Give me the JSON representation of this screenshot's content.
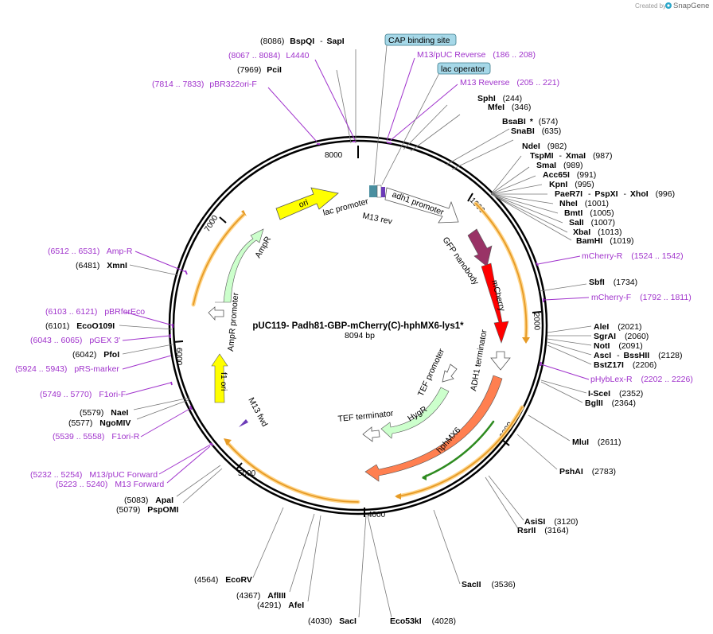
{
  "app": {
    "created_by": "Created by",
    "brand": "SnapGene"
  },
  "plasmid": {
    "name": "pUC119- Padh81-GBP-mCherry(C)-hphMX6-lys1*",
    "size": "8094 bp"
  },
  "ruler": [
    "1000",
    "2000",
    "3000",
    "4000",
    "5000",
    "6000",
    "7000",
    "8000"
  ],
  "features": {
    "ori": "ori",
    "lac_promoter": "lac promoter",
    "m13_rev": "M13 rev",
    "adh1_promoter": "adh1 promoter",
    "gfp_nanobody": "GFP nanobody",
    "mcherry": "mCherry",
    "adh1_terminator": "ADH1 terminator",
    "hphmx6": "hphMX6",
    "tef_promoter": "TEF promoter",
    "hygr": "HygR",
    "tef_terminator": "TEF terminator",
    "ampr": "AmpR",
    "ampr_promoter": "AmpR promoter",
    "f1_ori": "f1 ori",
    "m13_fwd": "M13 fwd"
  },
  "boxed_features": [
    "CAP binding site",
    "lac operator"
  ],
  "primers": {
    "m13puc_reverse": {
      "range": "(186 .. 208)",
      "name": "M13/pUC Reverse"
    },
    "m13_reverse": {
      "range": "(205 .. 221)",
      "name": "M13 Reverse"
    },
    "l4440": {
      "range": "(8067 .. 8084)",
      "name": "L4440"
    },
    "pbr322ori": {
      "range": "(7814 .. 7833)",
      "name": "pBR322ori-F"
    },
    "mcherry_r": {
      "range": "(1524 .. 1542)",
      "name": "mCherry-R"
    },
    "mcherry_f": {
      "range": "(1792 .. 1811)",
      "name": "mCherry-F"
    },
    "phyblex": {
      "range": "(2202 .. 2226)",
      "name": "pHybLex-R"
    },
    "ampr": {
      "range": "(6512 .. 6531)",
      "name": "Amp-R"
    },
    "pbrforeco": {
      "range": "(6103 .. 6121)",
      "name": "pBRforEco"
    },
    "pgex3": {
      "range": "(6043 .. 6065)",
      "name": "pGEX 3'"
    },
    "prs_marker": {
      "range": "(5924 .. 5943)",
      "name": "pRS-marker"
    },
    "f1ori_f": {
      "range": "(5749 .. 5770)",
      "name": "F1ori-F"
    },
    "f1ori_r": {
      "range": "(5539 .. 5558)",
      "name": "F1ori-R"
    },
    "m13puc_forward": {
      "range": "(5232 .. 5254)",
      "name": "M13/pUC Forward"
    },
    "m13_forward": {
      "range": "(5223 .. 5240)",
      "name": "M13 Forward"
    }
  },
  "sites": {
    "bspqi_sapi": {
      "pos": "(8086)",
      "name": "BspQI",
      "sep": "-",
      "name2": "SapI"
    },
    "pcii": {
      "pos": "(7969)",
      "name": "PciI"
    },
    "sphi": {
      "name": "SphI",
      "pos": "(244)"
    },
    "mfei": {
      "name": "MfeI",
      "pos": "(346)"
    },
    "bsabi": {
      "name": "BsaBI",
      "star": "*",
      "pos": "(574)"
    },
    "snabi": {
      "name": "SnaBI",
      "pos": "(635)"
    },
    "ndei": {
      "name": "NdeI",
      "pos": "(982)"
    },
    "tspmi": {
      "name": "TspMI",
      "sep": "-",
      "name2": "XmaI",
      "pos": "(987)"
    },
    "smai": {
      "name": "SmaI",
      "pos": "(989)"
    },
    "acc65i": {
      "name": "Acc65I",
      "pos": "(991)"
    },
    "kpni": {
      "name": "KpnI",
      "pos": "(995)"
    },
    "paer7i": {
      "name": "PaeR7I",
      "sep": "-",
      "name2": "PspXI",
      "sep2": "-",
      "name3": "XhoI",
      "pos": "(996)"
    },
    "nhei": {
      "name": "NheI",
      "pos": "(1001)"
    },
    "bmti": {
      "name": "BmtI",
      "pos": "(1005)"
    },
    "sali": {
      "name": "SalI",
      "pos": "(1007)"
    },
    "xbai": {
      "name": "XbaI",
      "pos": "(1013)"
    },
    "bamhi": {
      "name": "BamHI",
      "pos": "(1019)"
    },
    "sbfi": {
      "name": "SbfI",
      "pos": "(1734)"
    },
    "alei": {
      "name": "AleI",
      "pos": "(2021)"
    },
    "sgrai": {
      "name": "SgrAI",
      "pos": "(2060)"
    },
    "noti": {
      "name": "NotI",
      "pos": "(2091)"
    },
    "asci": {
      "name": "AscI",
      "sep": "-",
      "name2": "BssHII",
      "pos": "(2128)"
    },
    "bstz17i": {
      "name": "BstZ17I",
      "pos": "(2206)"
    },
    "iscei": {
      "name": "I-SceI",
      "pos": "(2352)"
    },
    "bglii": {
      "name": "BglII",
      "pos": "(2364)"
    },
    "mlui": {
      "name": "MluI",
      "pos": "(2611)"
    },
    "pshai": {
      "name": "PshAI",
      "pos": "(2783)"
    },
    "asisi": {
      "name": "AsiSI",
      "pos": "(3120)"
    },
    "rsrii": {
      "name": "RsrII",
      "pos": "(3164)"
    },
    "sacii": {
      "name": "SacII",
      "pos": "(3536)"
    },
    "eco53ki": {
      "name": "Eco53kI",
      "pos": "(4028)"
    },
    "saci": {
      "pos": "(4030)",
      "name": "SacI"
    },
    "afei": {
      "pos": "(4291)",
      "name": "AfeI"
    },
    "afliii": {
      "pos": "(4367)",
      "name": "AflIII"
    },
    "ecorv": {
      "pos": "(4564)",
      "name": "EcoRV"
    },
    "pspomi": {
      "pos": "(5079)",
      "name": "PspOMI"
    },
    "apai": {
      "pos": "(5083)",
      "name": "ApaI"
    },
    "ngomiv": {
      "pos": "(5577)",
      "name": "NgoMIV"
    },
    "naei": {
      "pos": "(5579)",
      "name": "NaeI"
    },
    "pfoi": {
      "pos": "(6042)",
      "name": "PfoI"
    },
    "eco0109i": {
      "pos": "(6101)",
      "name": "EcoO109I"
    },
    "xmni": {
      "pos": "(6481)",
      "name": "XmnI"
    }
  },
  "colors": {
    "ori": "#ffff00",
    "ampr": "#ccffcc",
    "mcherry": "#ff0000",
    "gfp_nanobody": "#993366",
    "hphmx6": "#ff7f50",
    "hygr": "#ccffcc",
    "f1ori": "#ffff00",
    "orf": "#ff9900",
    "primer": "#a033cc",
    "boxed": "#a6d8e8"
  }
}
